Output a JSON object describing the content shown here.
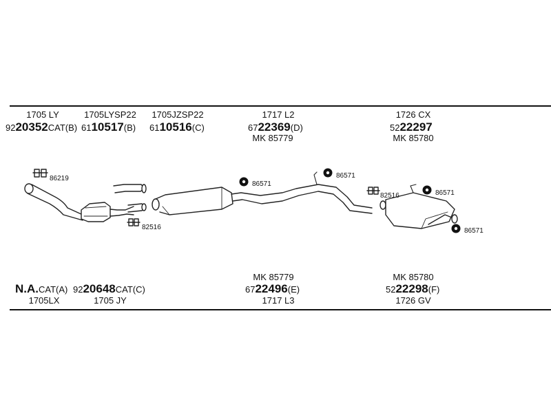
{
  "top_row": [
    {
      "code": "1705 LY",
      "pn_prefix": "92",
      "pn_bold": "20352",
      "pn_suffix": "CAT(B)",
      "mk": ""
    },
    {
      "code": "1705LYSP22",
      "pn_prefix": "61",
      "pn_bold": "10517",
      "pn_suffix": "(B)",
      "mk": ""
    },
    {
      "code": "1705JZSP22",
      "pn_prefix": "61",
      "pn_bold": "10516",
      "pn_suffix": "(C)",
      "mk": ""
    },
    {
      "code": "1717 L2",
      "pn_prefix": "67",
      "pn_bold": "22369",
      "pn_suffix": "(D)",
      "mk": "MK 85779"
    },
    {
      "code": "1726 CX",
      "pn_prefix": "52",
      "pn_bold": "22297",
      "pn_suffix": "",
      "mk": "MK 85780"
    }
  ],
  "bottom_row": [
    {
      "code": "1705LX",
      "pn_prefix": "",
      "pn_bold": "N.A.",
      "pn_suffix": "CAT(A)",
      "mk": ""
    },
    {
      "code": "1705 JY",
      "pn_prefix": "92",
      "pn_bold": "20648",
      "pn_suffix": "CAT(C)",
      "mk": ""
    },
    {
      "code": "1717 L3",
      "pn_prefix": "67",
      "pn_bold": "22496",
      "pn_suffix": "(E)",
      "mk": "MK 85779"
    },
    {
      "code": "1726 GV",
      "pn_prefix": "52",
      "pn_bold": "22298",
      "pn_suffix": "(F)",
      "mk": "MK 85780"
    }
  ],
  "part_refs": {
    "clamp_front": "86219",
    "clamp_cat": "82516",
    "hanger_1": "86571",
    "hanger_2": "86571",
    "clamp_rear": "82516",
    "hanger_3": "86571",
    "hanger_4": "86571"
  }
}
